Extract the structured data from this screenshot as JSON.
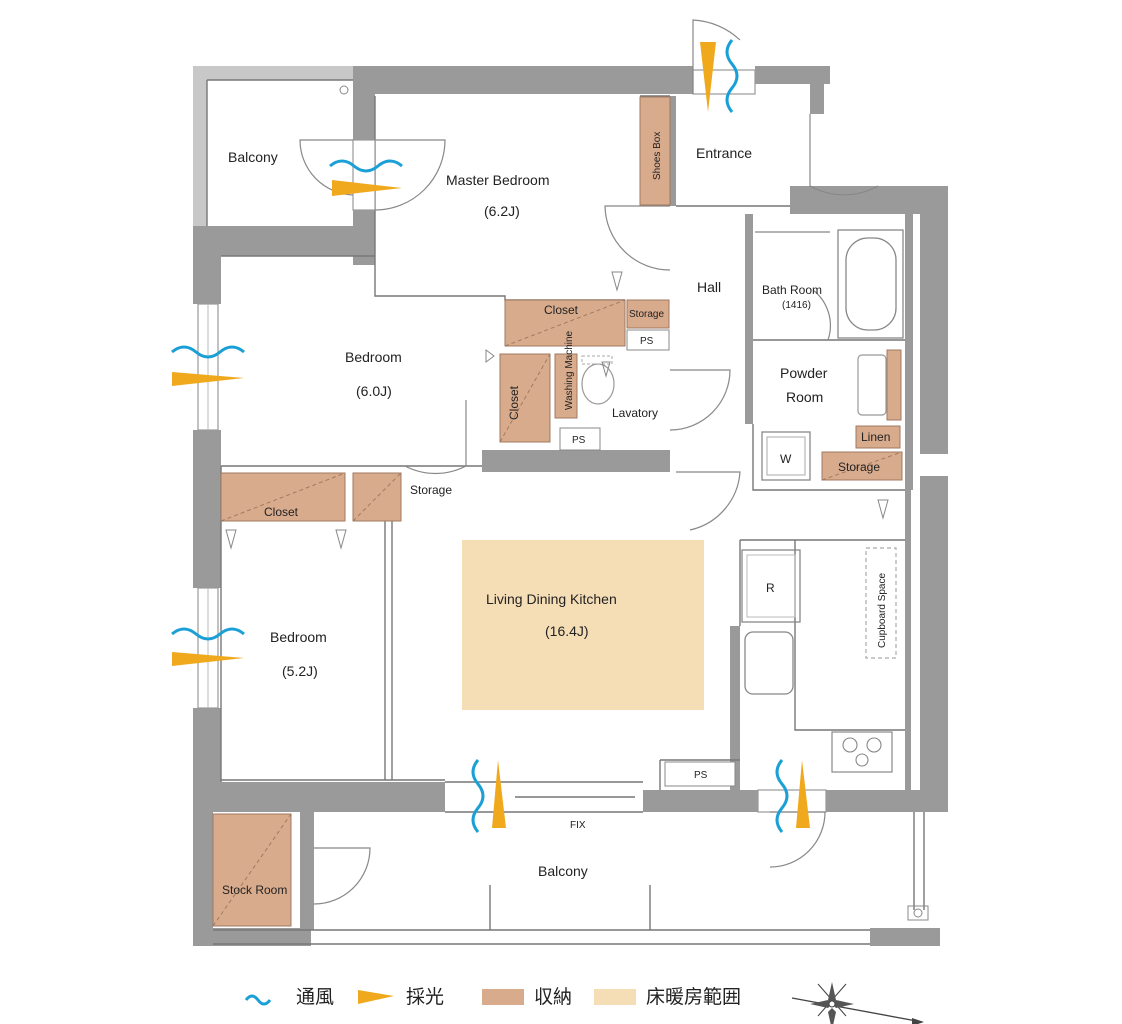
{
  "rooms": {
    "balcony_top": "Balcony",
    "master_bedroom": "Master Bedroom",
    "master_bedroom_size": "(6.2J)",
    "shoe_box": "Shoes Box",
    "entrance": "Entrance",
    "hall": "Hall",
    "bath_room": "Bath Room",
    "bath_room_size": "(1416)",
    "closet_master": "Closet",
    "storage_master": "Storage",
    "ps_1": "PS",
    "bedroom_1": "Bedroom",
    "bedroom_1_size": "(6.0J)",
    "closet_bed1": "Closet",
    "washing_machine_space": "Washing Machine",
    "lavatory": "Lavatory",
    "ps_2": "PS",
    "powder_room_1": "Powder",
    "powder_room_2": "Room",
    "w": "W",
    "linen": "Linen",
    "storage_powder": "Storage",
    "closet_bed2": "Closet",
    "storage_hall": "Storage",
    "ldk": "Living Dining Kitchen",
    "ldk_size": "(16.4J)",
    "r": "R",
    "cupboard_space": "Cupboard Space",
    "bedroom_2": "Bedroom",
    "bedroom_2_size": "(5.2J)",
    "ps_3": "PS",
    "fix": "FIX",
    "stock_room": "Stock Room",
    "balcony_bottom": "Balcony"
  },
  "legend": {
    "ventilation": "通風",
    "daylight": "採光",
    "storage": "収納",
    "floor_heating": "床暖房範囲"
  },
  "colors": {
    "wall": "#9a9a9a",
    "storage": "#d9ab8d",
    "floor_heating": "#f5deb6",
    "ventilation": "#1a9fd6",
    "daylight": "#f0a81c"
  },
  "icons": {
    "compass": "compass-icon",
    "ventilation": "wave-icon",
    "daylight": "light-cone-icon"
  }
}
